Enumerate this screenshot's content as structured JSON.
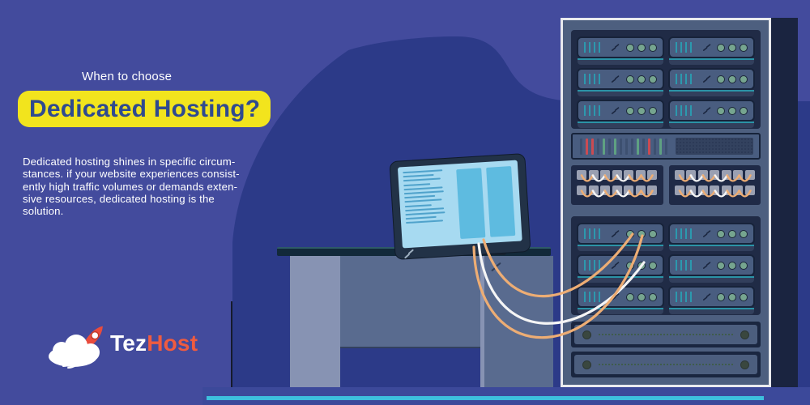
{
  "banner": {
    "eyebrow": "When to choose",
    "title": "Dedicated Hosting?",
    "body_lines": [
      "Dedicated hosting shines in specific circum-",
      "stances. if your website experiences consist-",
      "ently high traffic volumes or demands exten-",
      "sive resources, dedicated hosting is the",
      "solution."
    ]
  },
  "logo": {
    "name": "TezHost",
    "primary": "Tez",
    "secondary": "Host",
    "icon": "rocket-cloud-icon"
  },
  "illustration": {
    "monitor": {
      "screen_line_count": 13,
      "panel_count": 2
    },
    "rack": {
      "server_sections": 2,
      "servers_per_section": 6,
      "leds_per_server": 3,
      "equalizer_pattern": [
        "dim",
        "red",
        "red",
        "dim",
        "green",
        "dim",
        "green",
        "dim",
        "dim",
        "dim",
        "green",
        "dim",
        "red",
        "dim",
        "green",
        "dim"
      ],
      "patch_panels": 2,
      "patch_rows_per_panel": 2,
      "ports_per_row": 7,
      "drawers": 2
    },
    "cables": [
      {
        "color": "orange"
      },
      {
        "color": "white"
      },
      {
        "color": "orange"
      }
    ]
  },
  "colors": {
    "background": "#434B9D",
    "blob": "#2C3A88",
    "highlight_yellow": "#F2E41D",
    "title_blue": "#2F4A8F",
    "logo_orange": "#EF5B40",
    "cable_orange": "#EDAD74",
    "cable_white": "#F5F5F5",
    "cyan_accent": "#3DBFDD",
    "screen_blue": "#A7DAF1"
  }
}
